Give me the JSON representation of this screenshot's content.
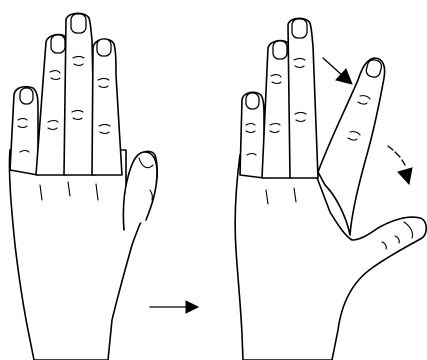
{
  "figure": {
    "panels": [
      {
        "id": "before",
        "depicts": "open-hand-fingers-together"
      },
      {
        "id": "after",
        "depicts": "open-hand-fingers-spread"
      }
    ],
    "icons": [
      "transition-arrow-icon",
      "index-spread-arrow-icon",
      "thumb-spread-dashed-arrow-icon"
    ],
    "colors": {
      "ink": "#000000",
      "background": "#ffffff"
    }
  }
}
